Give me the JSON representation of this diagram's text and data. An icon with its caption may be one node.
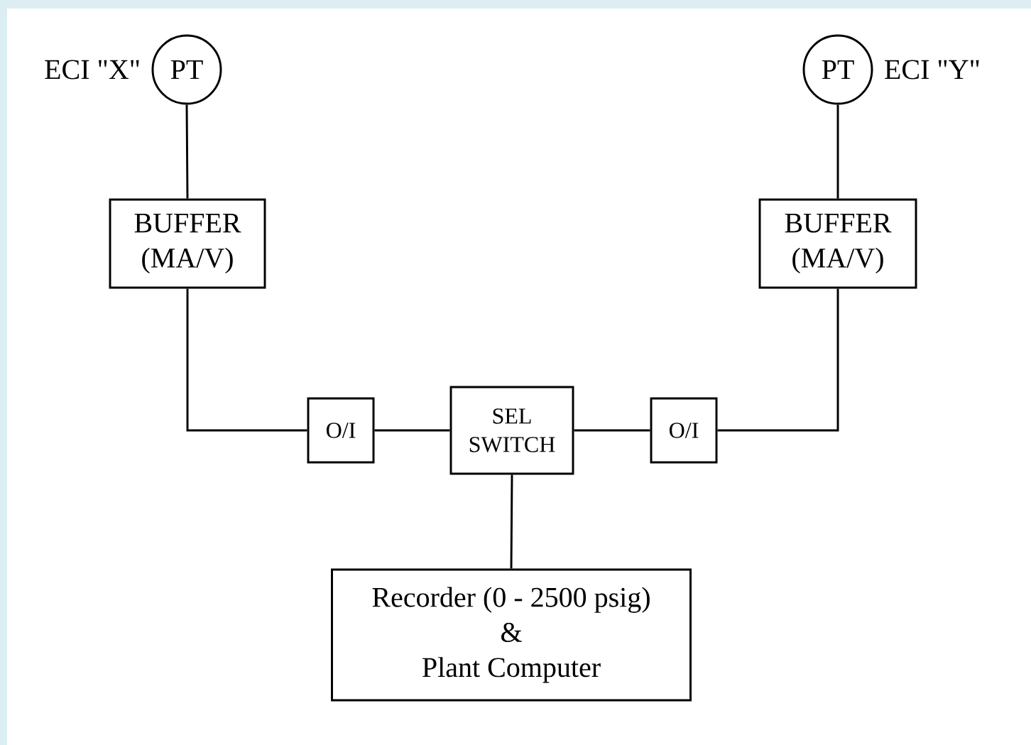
{
  "diagram": {
    "nodes": [
      {
        "text": [
          "PT"
        ],
        "beside": [
          "ECI \"X\""
        ]
      },
      {
        "text": [
          "PT"
        ],
        "beside": [
          "ECI \"Y\""
        ]
      },
      {
        "text": [
          "BUFFER",
          "(MA/V)"
        ]
      },
      {
        "text": [
          "BUFFER",
          "(MA/V)"
        ]
      },
      {
        "text": [
          "O/I"
        ]
      },
      {
        "text": [
          "SEL",
          "SWITCH"
        ]
      },
      {
        "text": [
          "O/I"
        ]
      },
      {
        "text": [
          "Recorder (0 - 2500 psig)",
          "&",
          "Plant Computer"
        ]
      }
    ],
    "edges": [
      {
        "from": 0,
        "to": 2,
        "arrow": "none"
      },
      {
        "from": 1,
        "to": 3,
        "arrow": "none"
      },
      {
        "from": 2,
        "to": 4,
        "arrow": "none"
      },
      {
        "from": 4,
        "to": 5,
        "arrow": "none"
      },
      {
        "from": 5,
        "to": 6,
        "arrow": "none"
      },
      {
        "from": 6,
        "to": 3,
        "arrow": "none"
      },
      {
        "from": 5,
        "to": 7,
        "arrow": "none"
      }
    ]
  }
}
